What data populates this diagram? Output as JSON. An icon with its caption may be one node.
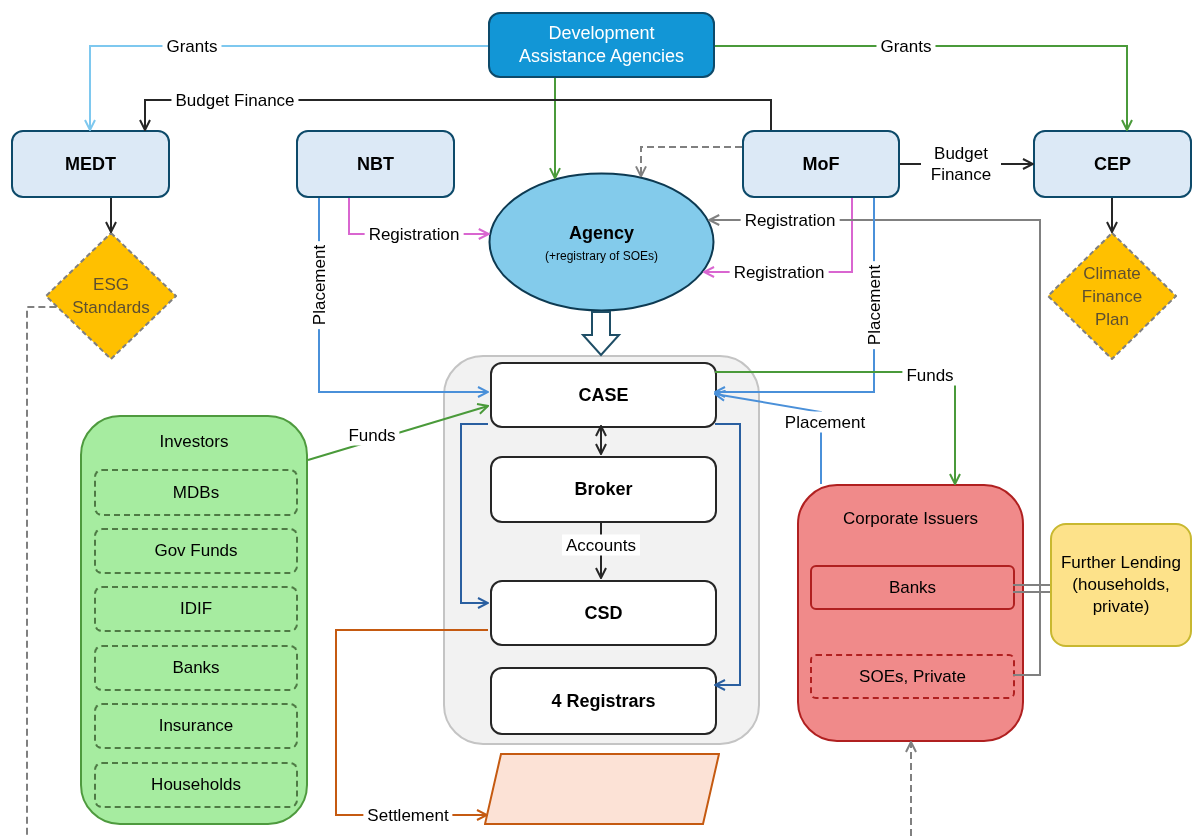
{
  "diagram": {
    "nodes": [
      {
        "text": [
          "Development Assistance Agencies"
        ]
      },
      {
        "text": [
          "MEDT"
        ]
      },
      {
        "text": [
          "NBT"
        ]
      },
      {
        "text": [
          "MoF"
        ]
      },
      {
        "text": [
          "CEP"
        ]
      },
      {
        "text": [
          "Agency",
          "(+registrary of SOEs)"
        ]
      },
      {
        "text": [
          "ESG Standards"
        ]
      },
      {
        "text": [
          "Climate Finance Plan"
        ]
      },
      {
        "text": [],
        "shape": "box"
      },
      {
        "text": [
          "CASE"
        ],
        "in": 8
      },
      {
        "text": [
          "Broker"
        ],
        "in": 8
      },
      {
        "text": [
          "CSD"
        ],
        "in": 8
      },
      {
        "text": [
          "4 Registrars"
        ],
        "in": 8
      },
      {
        "text": [
          "Investors"
        ]
      },
      {
        "text": [
          "MDBs"
        ],
        "in": 13
      },
      {
        "text": [
          "Gov Funds"
        ],
        "in": 13
      },
      {
        "text": [
          "IDIF"
        ],
        "in": 13
      },
      {
        "text": [
          "Banks"
        ],
        "in": 13
      },
      {
        "text": [
          "Insurance"
        ],
        "in": 13
      },
      {
        "text": [
          "Households"
        ],
        "in": 13
      },
      {
        "text": [
          "Corporate Issuers"
        ]
      },
      {
        "text": [
          "Banks"
        ],
        "in": 20
      },
      {
        "text": [
          "SOEs, Private"
        ],
        "in": 20
      },
      {
        "text": [
          "Further Lending (households, private)"
        ]
      },
      {
        "text": [],
        "shape": "parallelogram"
      }
    ],
    "edges": [
      {
        "from": 0,
        "to": 1,
        "arrow": "to",
        "label": "Grants",
        "color": "#7ec8ef"
      },
      {
        "from": 0,
        "to": 4,
        "arrow": "to",
        "label": "Grants",
        "color": "#4a9a3a"
      },
      {
        "from": 0,
        "to": 5,
        "arrow": "to",
        "color": "#4a9a3a"
      },
      {
        "from": 3,
        "to": 1,
        "arrow": "to",
        "label": "Budget Finance"
      },
      {
        "from": 3,
        "to": 4,
        "arrow": "to",
        "label": "Budget Finance"
      },
      {
        "from": 3,
        "to": 5,
        "arrow": "to",
        "style": "dashed",
        "color": "#808080"
      },
      {
        "from": 2,
        "to": 5,
        "arrow": "to",
        "label": "Registration",
        "color": "#d966d0"
      },
      {
        "from": 2,
        "to": 9,
        "arrow": "to",
        "label": "Placement",
        "color": "#4a90d9"
      },
      {
        "from": 3,
        "to": 5,
        "arrow": "to",
        "label": "Registration",
        "color": "#d966d0"
      },
      {
        "from": 22,
        "to": 5,
        "arrow": "to",
        "label": "Registration",
        "color": "#808080"
      },
      {
        "from": 3,
        "to": 9,
        "arrow": "to",
        "label": "Placement",
        "color": "#4a90d9"
      },
      {
        "from": 20,
        "to": 9,
        "arrow": "to",
        "label": "Placement",
        "color": "#4a90d9"
      },
      {
        "from": 9,
        "to": 20,
        "arrow": "to",
        "label": "Funds",
        "color": "#4a9a3a"
      },
      {
        "from": 13,
        "to": 9,
        "arrow": "to",
        "label": "Funds",
        "color": "#4a9a3a"
      },
      {
        "from": 9,
        "to": 10,
        "arrow": "both"
      },
      {
        "from": 10,
        "to": 11,
        "arrow": "to",
        "label": "Accounts"
      },
      {
        "from": 9,
        "to": 11,
        "arrow": "to",
        "color": "#2a5fa0"
      },
      {
        "from": 9,
        "to": 12,
        "arrow": "to",
        "color": "#2a5fa0"
      },
      {
        "from": 11,
        "to": 24,
        "arrow": "to",
        "label": "Settlement",
        "color": "#c55a11"
      },
      {
        "from": 21,
        "to": 23,
        "arrow": "none",
        "color": "#808080"
      },
      {
        "from": 6,
        "to": null,
        "arrow": "none",
        "style": "dashed",
        "color": "#808080"
      },
      {
        "from": null,
        "to": 20,
        "arrow": "to",
        "style": "dashed",
        "color": "#808080"
      },
      {
        "from": 1,
        "to": 6,
        "arrow": "to"
      },
      {
        "from": 4,
        "to": 7,
        "arrow": "to"
      },
      {
        "from": 5,
        "to": 8,
        "arrow": "to",
        "style": "thick",
        "color": "#1f4e66"
      }
    ]
  }
}
